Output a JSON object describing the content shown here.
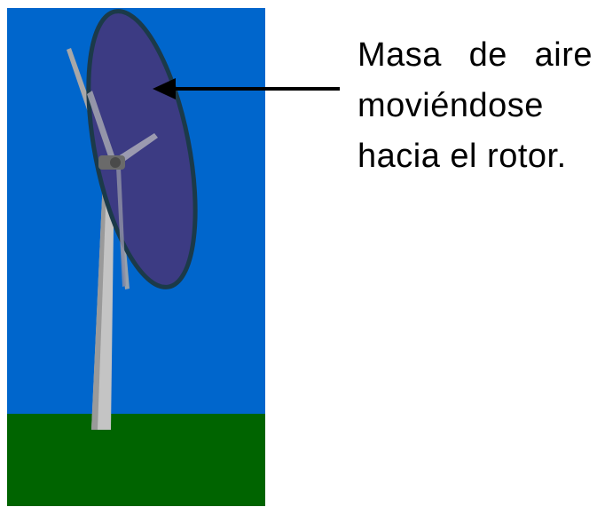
{
  "caption": {
    "line1": "Masa de aire",
    "line2": "moviéndose",
    "line3": "hacia el rotor."
  },
  "colors": {
    "sky": "#0066cc",
    "ground": "#006400",
    "air_mass_disk": "#3c3b83",
    "disk_outline": "#1b3a49",
    "tower": "#c4c4c4",
    "blades": "#a8a8a8",
    "arrow": "#000000"
  },
  "icons": [
    "wind-turbine",
    "air-mass-disk",
    "arrow-left"
  ]
}
